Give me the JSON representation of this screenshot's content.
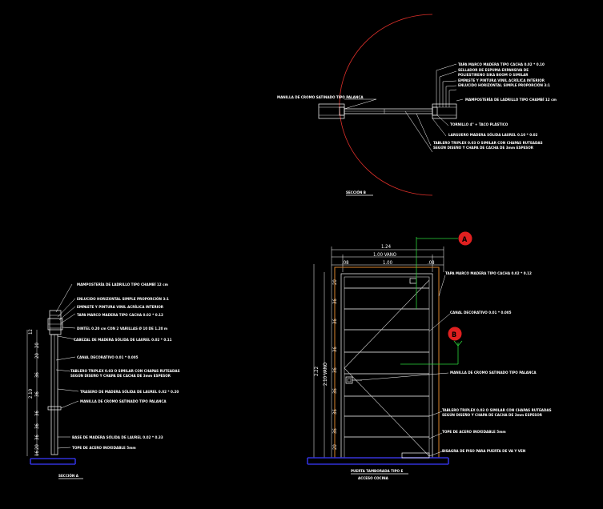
{
  "colors": {
    "background": "#000000",
    "linework": "#ffffff",
    "swing_arc": "#e0302a",
    "section_markers": "#2bd43a",
    "door_frame": "#c87a2a",
    "floor": "#3030d8",
    "marker_bubble": "#e02020"
  },
  "plan_section_b": {
    "title": "SECCIÓN B",
    "labels": [
      "TAPA MARCO MADERA  TIPO CACHA 0.02 * 0.10",
      "SELLADOR DE ESPUMA EXPANSIVA DE",
      "POLIESTIRENO SIKA BOOM O SIMILAR",
      "EMPASTE Y PINTURA VINIL ACRÍLICA INTERIOR",
      "ENLUCIDO HORIZONTAL SIMPLE PROPORCIÓN 3:1",
      "MAMPOSTERÍA DE LADRILLO TIPO CHAMBÍ 12 cm",
      "TORNILLO 4\" + TACO PLÁSTICO",
      "LARGUERO MADERA SÓLIDA LAUREL 0.10 * 0.02",
      "TABLERO TRIPLEX 0.03 O SIMILAR CON CHAPAS RUTEADAS",
      "SEGÚN DISEÑO Y CHAPA DE CACHA DE 3mm ESPESOR"
    ],
    "left_label": "MANILLA DE CROMO SATINADO TIPO PALANCA"
  },
  "section_a": {
    "title": "SECCIÓN A",
    "labels": [
      "MAMPOSTERÍA DE LADRILLO TIPO CHAMBÍ 12 cm",
      "ENLUCIDO HORIZONTAL SIMPLE PROPORCIÓN 3:1",
      "EMPASTE Y PINTURA VINIL ACRÍLICA INTERIOR",
      "TAPA MARCO MADERA  TIPO CACHA 0.02 * 0.12",
      "DINTEL 0.20 cm CON 2 VARILLAS Ø 10 DE 1.20 m",
      "CABEZAL DE MADERA SÓLIDA DE LAUREL 0.02 * 0.11",
      "CANAL DECORATIVO 0.01 * 0.005",
      "TABLERO TRIPLEX 0.03 O SIMILAR CON CHAPAS RUTEADAS",
      "SEGÚN DISEÑO Y CHAPA DE CACHA DE 3mm ESPESOR",
      "TRASERO DE MADERA SÓLIDA DE LAUREL 0.02 * 0.20",
      "MANILLA DE CROMO SATINADO TIPO PALANCA",
      "BASE DE MADERA SÓLIDA DE LAUREL 0.02 * 0.33",
      "TOPE DE ACERO INOXIDABLE 5mm"
    ],
    "dims_left": [
      "12",
      "20",
      "36",
      "36",
      "2.10",
      "36",
      "36",
      "36",
      "20",
      "16",
      "20"
    ]
  },
  "elevation": {
    "title_line1": "PUERTA TAMBORADA TIPO E",
    "title_line2": "ACCESO COCINA",
    "dim_top_total": "1.24",
    "dim_vano": "1.00 VANO",
    "dim_left_frame": ".08",
    "dim_center": "1.00",
    "dim_right_frame": ".08",
    "dim_height_total": "2.22",
    "dim_height_vano": "2.10 VANO",
    "row_dims": [
      "20",
      "36",
      "36",
      "36",
      "36",
      "36",
      "36",
      "36",
      "20"
    ],
    "labels": [
      "TAPA MARCO MADERA  TIPO CACHA 0.02 * 0.12",
      "CANAL DECORATIVO 0.01 * 0.005",
      "MANILLA DE CROMO SATINADO TIPO PALANCA",
      "TABLERO TRIPLEX 0.03 O SIMILAR CON CHAPAS RUTEADAS",
      "SEGÚN DISEÑO Y CHAPA DE CACHA DE 3mm ESPESOR",
      "TOPE DE ACERO INOXIDABLE 5mm",
      "BISAGRA DE PISO PARA PUERTA DE VA Y VEN"
    ],
    "marker_a": "A",
    "marker_b": "B"
  }
}
